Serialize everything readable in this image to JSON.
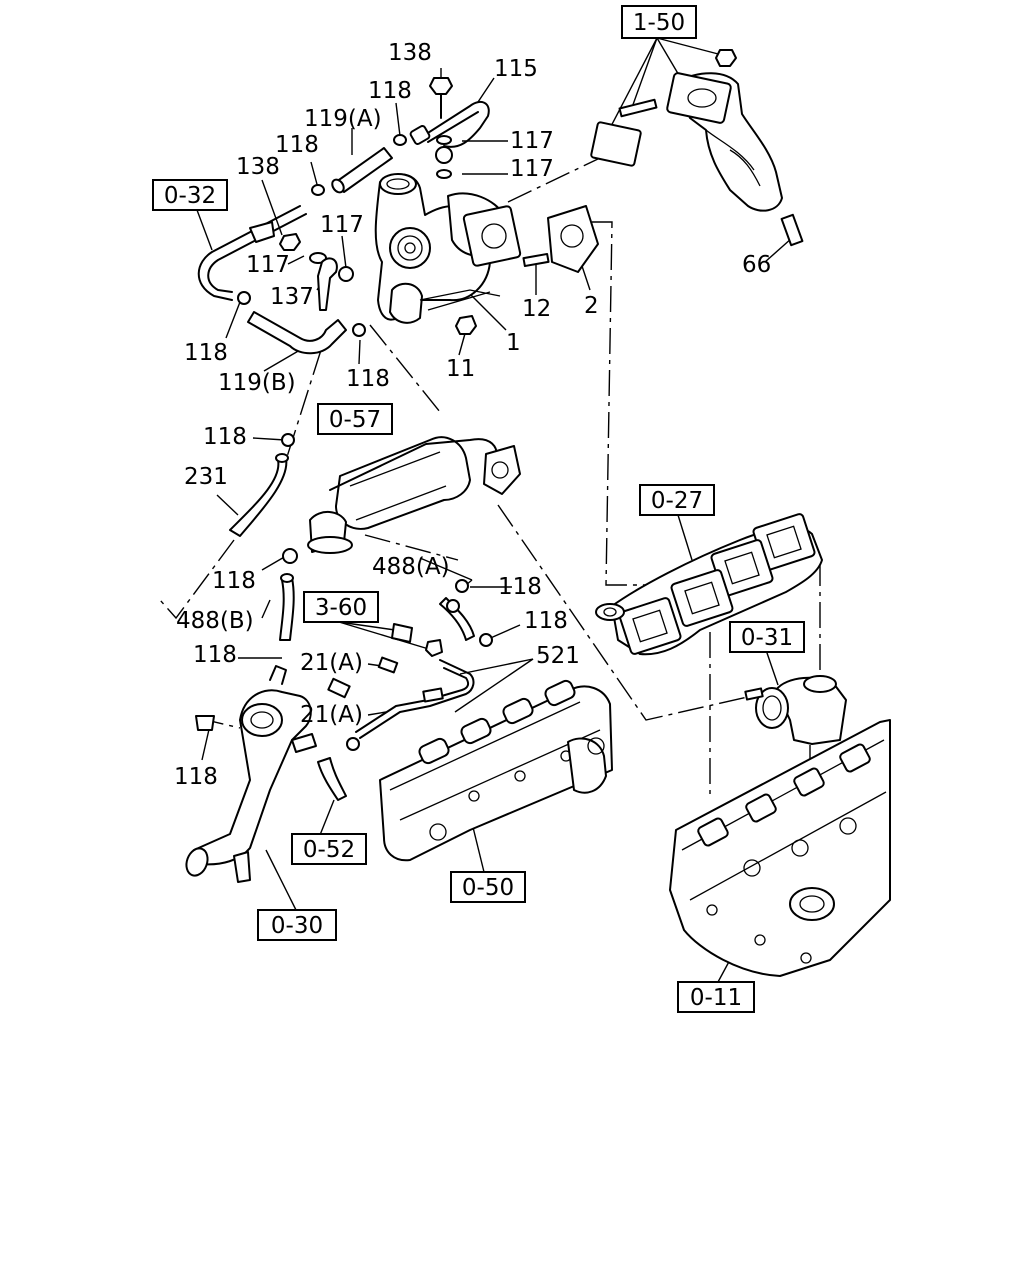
{
  "callouts": {
    "c138a": "138",
    "c115": "115",
    "c118a": "118",
    "c119a": "119(A)",
    "c117a": "117",
    "c118b": "118",
    "c117b": "117",
    "c138b": "138",
    "c117c": "117",
    "c117d": "117",
    "c137": "137",
    "c12": "12",
    "c2": "2",
    "c1": "1",
    "c11": "11",
    "c118c": "118",
    "c119b": "119(B)",
    "c118d": "118",
    "c66": "66",
    "c118e": "118",
    "c231": "231",
    "c118f": "118",
    "c488a": "488(A)",
    "c118g": "118",
    "c488b": "488(B)",
    "c118h": "118",
    "c118i": "118",
    "c21a1": "21(A)",
    "c521": "521",
    "c21a2": "21(A)",
    "c118j": "118"
  },
  "refs": {
    "r150": "1-50",
    "r032": "0-32",
    "r057": "0-57",
    "r027": "0-27",
    "r360": "3-60",
    "r031": "0-31",
    "r052": "0-52",
    "r050": "0-50",
    "r030": "0-30",
    "r011": "0-11"
  }
}
